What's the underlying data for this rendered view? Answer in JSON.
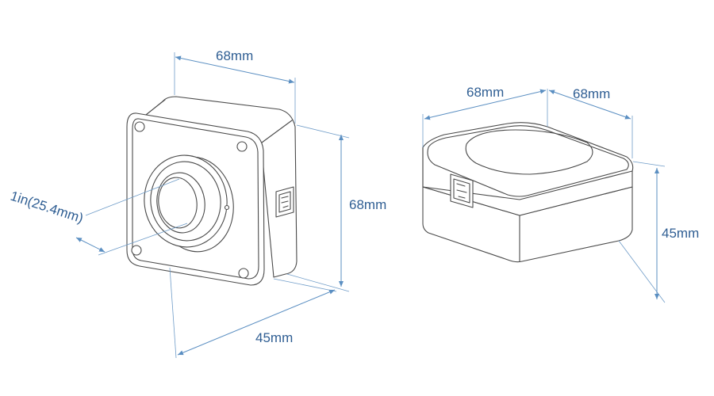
{
  "front_view": {
    "width_label": "68mm",
    "height_label": "68mm",
    "depth_label": "45mm",
    "lens_mount_label": "1in(25.4mm)"
  },
  "top_view": {
    "width_label_left": "68mm",
    "width_label_right": "68mm",
    "height_label": "45mm"
  },
  "colors": {
    "dimension_lines": "#5b8fc2",
    "dimension_text": "#2f5e93",
    "outline": "#4a4a4a"
  }
}
